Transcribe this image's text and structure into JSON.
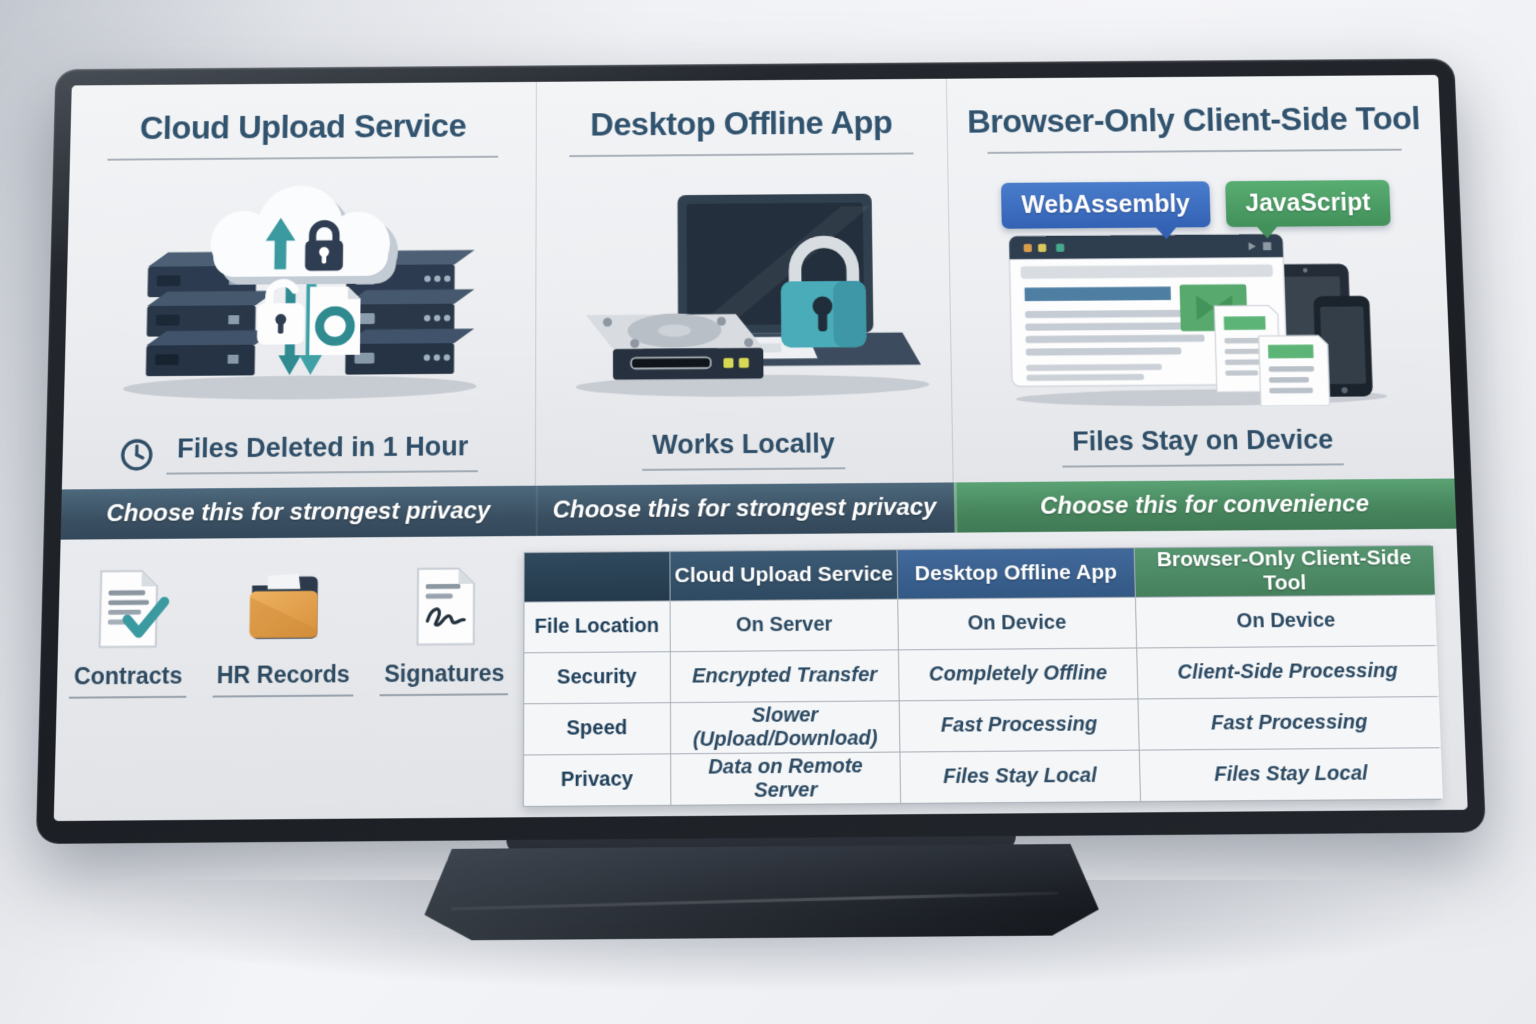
{
  "screen": {
    "panels": [
      {
        "title": "Cloud Upload Service",
        "feature": "Files Deleted in 1 Hour",
        "banner": "Choose this for strongest privacy"
      },
      {
        "title": "Desktop Offline App",
        "feature": "Works Locally",
        "banner": "Choose this for strongest privacy"
      },
      {
        "title": "Browser-Only Client-Side Tool",
        "feature": "Files Stay on Device",
        "banner": "Choose this for convenience",
        "badges": [
          {
            "label": "WebAssembly",
            "color": "#3a6cc0"
          },
          {
            "label": "JavaScript",
            "color": "#4fa36b"
          }
        ]
      }
    ],
    "documents": [
      {
        "label": "Contracts"
      },
      {
        "label": "HR Records"
      },
      {
        "label": "Signatures"
      }
    ],
    "table": {
      "headers": [
        "",
        "Cloud Upload Service",
        "Desktop Offline App",
        "Browser-Only Client-Side Tool"
      ],
      "rows": [
        {
          "cells": [
            "File Location",
            "On Server",
            "On Device",
            "On Device"
          ]
        },
        {
          "cells": [
            "Security",
            "Encrypted Transfer",
            "Completely Offline",
            "Client-Side Processing"
          ]
        },
        {
          "cells": [
            "Speed",
            "Slower (Upload/Download)",
            "Fast Processing",
            "Fast Processing"
          ]
        },
        {
          "cells": [
            "Privacy",
            "Data on Remote Server",
            "Files Stay Local",
            "Files Stay Local"
          ]
        }
      ]
    },
    "colors": {
      "accent_teal": "#3b9aa0",
      "banner_privacy": "#3a5062",
      "banner_convenience": "#47855d",
      "badge_webassembly": "#3362b4",
      "badge_javascript": "#42905a",
      "table_header_dark": "#2e4a62",
      "table_header_blue": "#335884",
      "table_header_green": "#46805d",
      "heading_text": "#31536e"
    }
  }
}
